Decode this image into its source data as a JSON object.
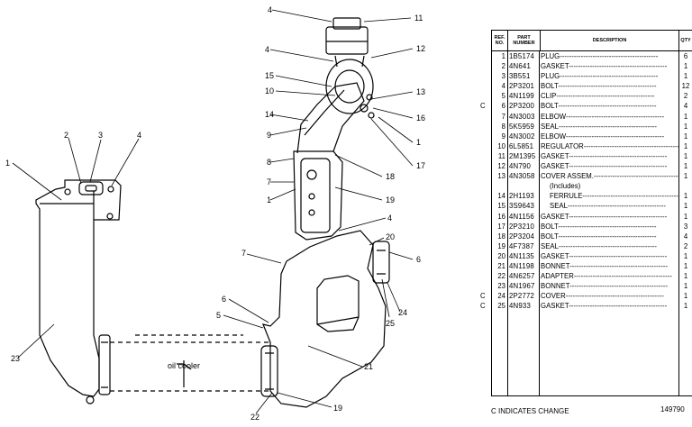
{
  "callouts": [
    "4",
    "11",
    "12",
    "4",
    "15",
    "13",
    "10",
    "16",
    "14",
    "9",
    "1",
    "8",
    "17",
    "7",
    "18",
    "1",
    "19",
    "4",
    "20",
    "7",
    "6",
    "6",
    "5",
    "25",
    "24",
    "21",
    "22",
    "19",
    "23",
    "1",
    "2",
    "3",
    "4"
  ],
  "diagram_label": "oil cooler",
  "table": {
    "headers": {
      "ref": "REF. NO.",
      "part": "PART NUMBER",
      "desc": "DESCRIPTION",
      "qty": "QTY"
    },
    "rows": [
      {
        "c": "",
        "ref": "1",
        "part": "1B5174",
        "desc": "PLUG",
        "qty": "6"
      },
      {
        "c": "",
        "ref": "2",
        "part": "4N641",
        "desc": "GASKET",
        "qty": "1"
      },
      {
        "c": "",
        "ref": "3",
        "part": "3B551",
        "desc": "PLUG",
        "qty": "1"
      },
      {
        "c": "",
        "ref": "4",
        "part": "2P3201",
        "desc": "BOLT",
        "qty": "12"
      },
      {
        "c": "",
        "ref": "5",
        "part": "4N1199",
        "desc": "CLIP",
        "qty": "2"
      },
      {
        "c": "C",
        "ref": "6",
        "part": "2P3200",
        "desc": "BOLT",
        "qty": "4"
      },
      {
        "c": "",
        "ref": "7",
        "part": "4N3003",
        "desc": "ELBOW",
        "qty": "1"
      },
      {
        "c": "",
        "ref": "8",
        "part": "5K5959",
        "desc": "SEAL",
        "qty": "1"
      },
      {
        "c": "",
        "ref": "9",
        "part": "4N3002",
        "desc": "ELBOW",
        "qty": "1"
      },
      {
        "c": "",
        "ref": "10",
        "part": "6L5851",
        "desc": "REGULATOR",
        "qty": "1"
      },
      {
        "c": "",
        "ref": "11",
        "part": "2M1395",
        "desc": "GASKET",
        "qty": "1"
      },
      {
        "c": "",
        "ref": "12",
        "part": "4N790",
        "desc": "GASKET",
        "qty": "1"
      },
      {
        "c": "",
        "ref": "13",
        "part": "4N3058",
        "desc": "COVER ASSEM.",
        "qty": "1"
      },
      {
        "c": "",
        "ref": "",
        "part": "",
        "desc": "(Includes)",
        "qty": "",
        "sub": true,
        "nodots": true
      },
      {
        "c": "",
        "ref": "14",
        "part": "2H1193",
        "desc": "FERRULE",
        "qty": "1",
        "sub": true
      },
      {
        "c": "",
        "ref": "15",
        "part": "3S9643",
        "desc": "SEAL",
        "qty": "1",
        "sub": true
      },
      {
        "c": "",
        "ref": "16",
        "part": "4N1156",
        "desc": "GASKET",
        "qty": "1"
      },
      {
        "c": "",
        "ref": "17",
        "part": "2P3210",
        "desc": "BOLT",
        "qty": "3"
      },
      {
        "c": "",
        "ref": "18",
        "part": "2P3204",
        "desc": "BOLT",
        "qty": "4"
      },
      {
        "c": "",
        "ref": "19",
        "part": "4F7387",
        "desc": "SEAL",
        "qty": "2"
      },
      {
        "c": "",
        "ref": "20",
        "part": "4N1135",
        "desc": "GASKET",
        "qty": "1"
      },
      {
        "c": "",
        "ref": "21",
        "part": "4N1198",
        "desc": "BONNET",
        "qty": "1"
      },
      {
        "c": "",
        "ref": "22",
        "part": "4N6257",
        "desc": "ADAPTER",
        "qty": "1"
      },
      {
        "c": "",
        "ref": "23",
        "part": "4N1967",
        "desc": "BONNET",
        "qty": "1"
      },
      {
        "c": "C",
        "ref": "24",
        "part": "2P2772",
        "desc": "COVER",
        "qty": "1"
      },
      {
        "c": "C",
        "ref": "25",
        "part": "4N933",
        "desc": "GASKET",
        "qty": "1"
      }
    ]
  },
  "footer_note": "C INDICATES CHANGE",
  "figure_number": "149790"
}
